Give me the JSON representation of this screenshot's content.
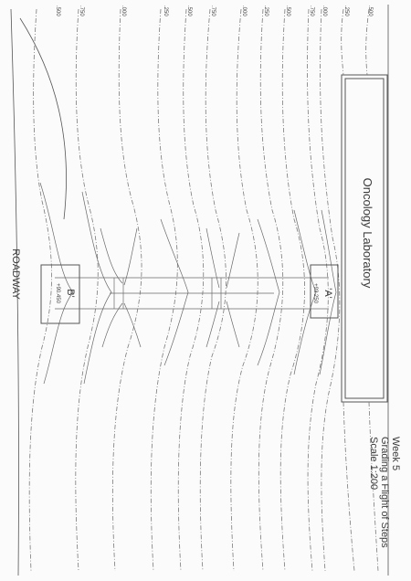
{
  "title_block": {
    "week": "Week 5",
    "subject": "Grading a Flight of Steps",
    "scale": "Scale 1:200"
  },
  "labels": {
    "building": "Oncology Laboratory",
    "road": "ROADWAY",
    "point_a": "'A'",
    "point_b": "B'",
    "elev_a": "+93.250",
    "elev_b": "+90.450"
  },
  "contour_labels": [
    ".500",
    ".750",
    ".000",
    ".250",
    ".500",
    ".750",
    ".000",
    ".250",
    ".500",
    ".750",
    ".000",
    ".250",
    ".500"
  ]
}
